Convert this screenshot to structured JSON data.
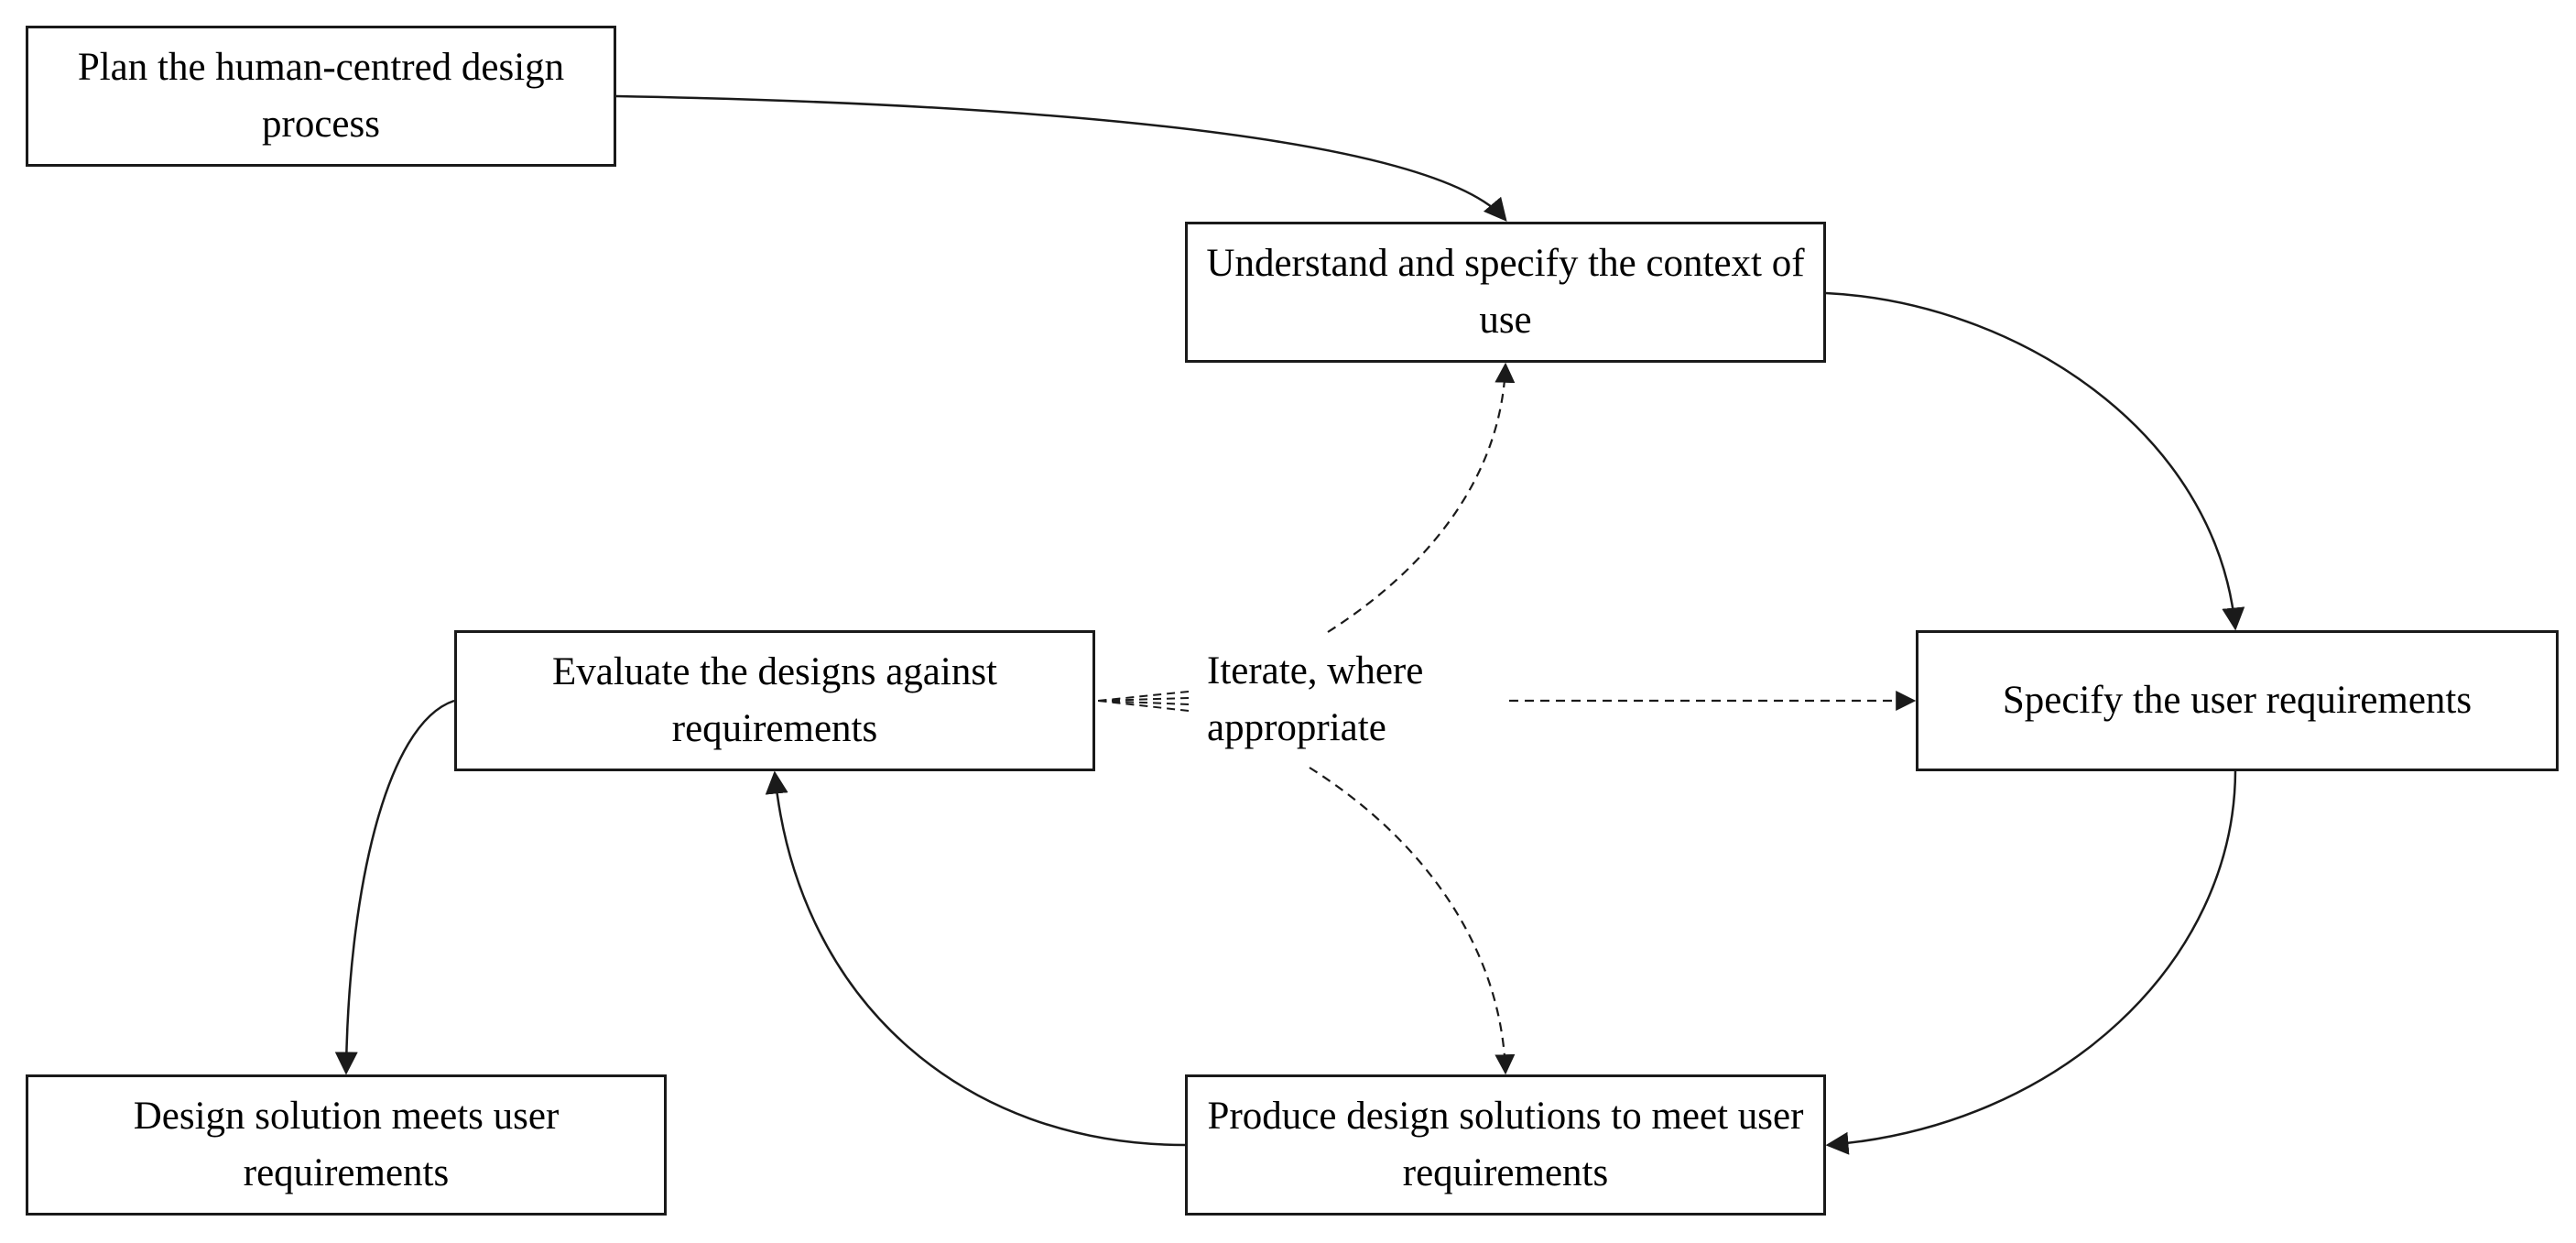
{
  "diagram": {
    "nodes": [
      {
        "id": "plan",
        "text": "Plan the human-centred design process"
      },
      {
        "id": "context",
        "text": "Understand and specify the context of use"
      },
      {
        "id": "requirements",
        "text": "Specify the user requirements"
      },
      {
        "id": "produce",
        "text": "Produce design solutions to meet user requirements"
      },
      {
        "id": "evaluate",
        "text": "Evaluate the designs against requirements"
      },
      {
        "id": "final",
        "text": "Design solution meets user requirements"
      }
    ],
    "center_label": "Iterate, where appropriate",
    "edges": [
      {
        "from": "plan",
        "to": "context",
        "style": "solid"
      },
      {
        "from": "context",
        "to": "requirements",
        "style": "solid"
      },
      {
        "from": "requirements",
        "to": "produce",
        "style": "solid"
      },
      {
        "from": "produce",
        "to": "evaluate",
        "style": "solid"
      },
      {
        "from": "evaluate",
        "to": "final",
        "style": "solid"
      },
      {
        "from": "center_label",
        "to": "context",
        "style": "dashed"
      },
      {
        "from": "center_label",
        "to": "requirements",
        "style": "dashed"
      },
      {
        "from": "center_label",
        "to": "produce",
        "style": "dashed"
      },
      {
        "from": "center_label",
        "to": "evaluate",
        "style": "dashed"
      }
    ]
  }
}
